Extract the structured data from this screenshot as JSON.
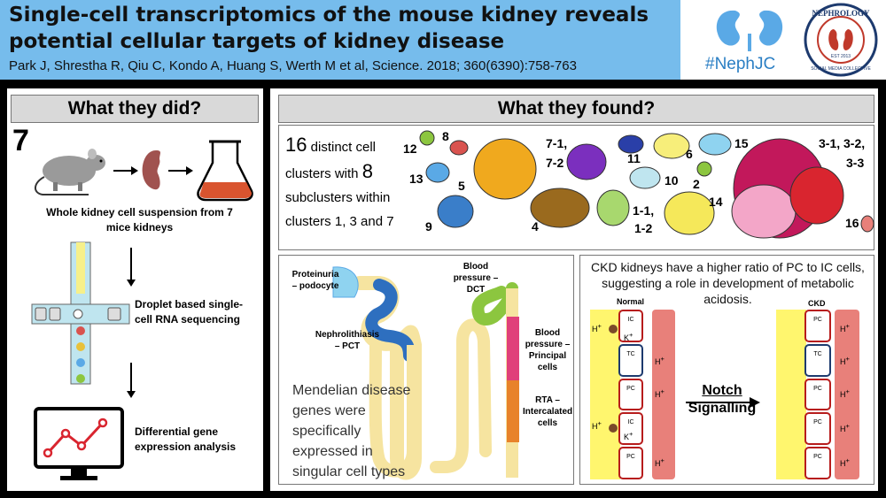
{
  "header": {
    "title_line1": "Single-cell transcriptomics of the mouse kidney reveals",
    "title_line2": "potential cellular targets of kidney disease",
    "citation": "Park J, Shrestha R, Qiu C, Kondo A, Huang S, Werth M et al, Science. 2018; 360(6390):758-763",
    "hashtag": "#NephJC",
    "logo_text": "NEPHROLOGY",
    "logo_subtext": "SOCIAL MEDIA COLLECTIVE",
    "logo_year": "EST 2013"
  },
  "left": {
    "heading": "What they did?",
    "mice_count": "7",
    "step1": "Whole kidney cell suspension from 7 mice kidneys",
    "step2": "Droplet based single-cell RNA sequencing",
    "step3": "Differential gene expression analysis"
  },
  "found": {
    "heading": "What they found?",
    "summary_prefix": "16",
    "summary_mid": " distinct cell clusters with ",
    "summary_num": "8",
    "summary_end": " subclusters within clusters 1, 3 and 7",
    "cluster_labels": [
      "12",
      "8",
      "7-1,",
      "7-2",
      "11",
      "6",
      "15",
      "3-1, 3-2,",
      "3-3",
      "13",
      "5",
      "10",
      "2",
      "14",
      "9",
      "4",
      "1-1,",
      "1-2",
      "16"
    ]
  },
  "nephron": {
    "podocyte": "Proteinuria – podocyte",
    "pct": "Nephrolithiasis – PCT",
    "dct": "Blood pressure – DCT",
    "principal": "Blood pressure – Principal cells",
    "intercalated": "RTA – Intercalated cells",
    "mendelian": "Mendelian disease genes were specifically expressed in singular cell types"
  },
  "ckd": {
    "text": "CKD kidneys have a higher ratio of PC to IC cells, suggesting a role in development of metabolic acidosis.",
    "normal_label": "Normal",
    "ckd_label": "CKD",
    "normal_cells": [
      "IC",
      "TC",
      "PC",
      "IC",
      "PC"
    ],
    "ckd_cells": [
      "PC",
      "TC",
      "PC",
      "PC",
      "PC"
    ],
    "h_ion": "H",
    "k_ion": "K",
    "plus": "+",
    "notch": "Notch",
    "signalling": "Signalling"
  },
  "colors": {
    "banner": "#76bcec",
    "section_head": "#d9d9d9",
    "podocyte": "#8fd3f0",
    "pct": "#2e6fbf",
    "dct": "#8cc63f",
    "principal": "#e0407a",
    "intercalated": "#e8822a",
    "tubule": "#f6e4a0",
    "blood": "#e8807a",
    "lumen": "#fff66e"
  }
}
